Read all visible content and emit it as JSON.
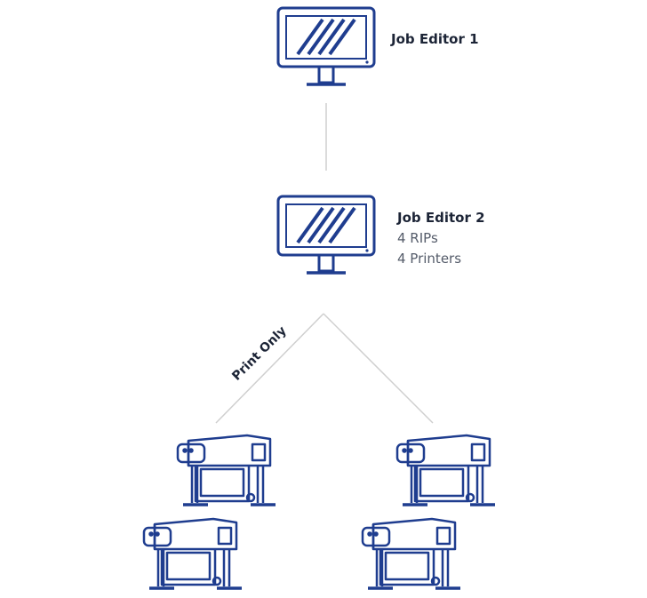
{
  "colors": {
    "device": "#1f3d8f",
    "connector": "#cfcfcf",
    "text": "#1c2436",
    "subtext": "#555c6a"
  },
  "nodes": {
    "editor1": {
      "icon": "monitor-icon",
      "title": "Job Editor 1"
    },
    "editor2": {
      "icon": "monitor-icon",
      "title": "Job Editor 2",
      "lines": [
        "4 RIPs",
        "4 Printers"
      ]
    },
    "printers": [
      {
        "icon": "printer-icon"
      },
      {
        "icon": "printer-icon"
      },
      {
        "icon": "printer-icon"
      },
      {
        "icon": "printer-icon"
      }
    ]
  },
  "edges": [
    {
      "from": "editor1",
      "to": "editor2",
      "label": ""
    },
    {
      "from": "editor2",
      "to": "printers-left",
      "label": "Print Only"
    },
    {
      "from": "editor2",
      "to": "printers-right",
      "label": ""
    }
  ]
}
